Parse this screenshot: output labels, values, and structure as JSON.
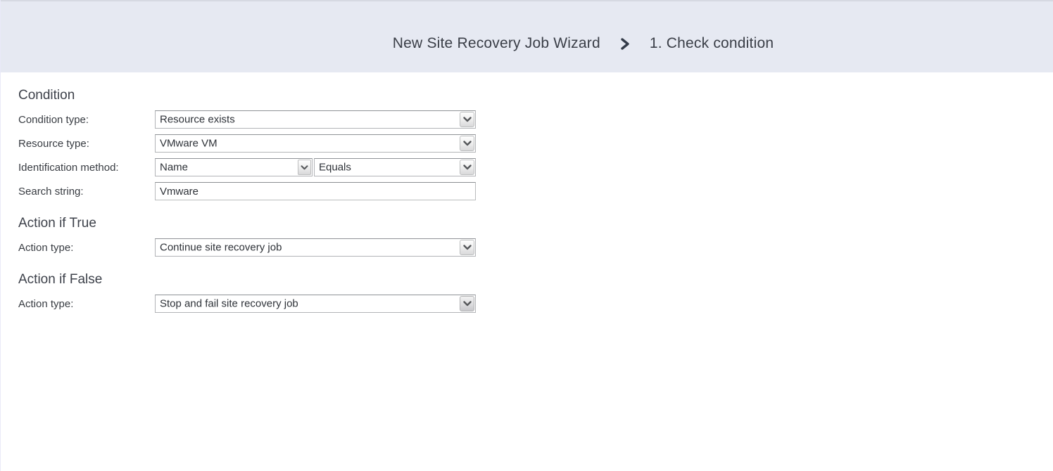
{
  "header": {
    "wizard_title": "New Site Recovery Job Wizard",
    "step_title": "1. Check condition"
  },
  "form": {
    "condition": {
      "heading": "Condition",
      "condition_type": {
        "label": "Condition type:",
        "value": "Resource exists"
      },
      "resource_type": {
        "label": "Resource type:",
        "value": "VMware VM"
      },
      "identification_method": {
        "label": "Identification method:",
        "value": "Name",
        "operator_value": "Equals"
      },
      "search_string": {
        "label": "Search string:",
        "value": "Vmware"
      }
    },
    "action_if_true": {
      "heading": "Action if True",
      "action_type": {
        "label": "Action type:",
        "value": "Continue site recovery job"
      }
    },
    "action_if_false": {
      "heading": "Action if False",
      "action_type": {
        "label": "Action type:",
        "value": "Stop and fail site recovery job"
      }
    }
  },
  "colors": {
    "header_background": "#e6e9f2",
    "title_text": "#3a3e47",
    "content_background": "#ffffff"
  }
}
